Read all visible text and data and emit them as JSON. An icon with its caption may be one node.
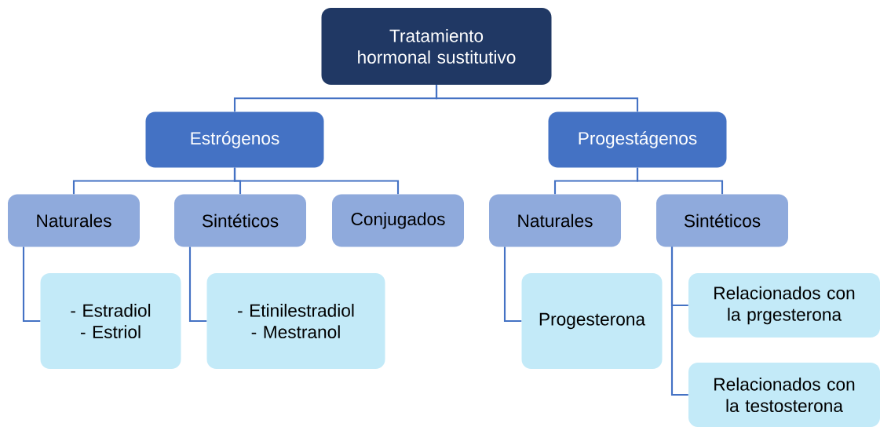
{
  "diagram": {
    "nodes": [
      {
        "text": [
          "Tratamiento hormonal sustitutivo"
        ]
      },
      {
        "text": [
          "Estrógenos"
        ]
      },
      {
        "text": [
          "Progestágenos"
        ]
      },
      {
        "text": [
          "Naturales"
        ]
      },
      {
        "text": [
          "Sintéticos"
        ]
      },
      {
        "text": [
          "Conjugados"
        ]
      },
      {
        "text": [
          "Naturales"
        ]
      },
      {
        "text": [
          "Sintéticos"
        ]
      },
      {
        "text": [
          "- Estradiol",
          "- Estriol"
        ]
      },
      {
        "text": [
          "- Etinilestradiol",
          "- Mestranol"
        ]
      },
      {
        "text": [
          "Progesterona"
        ]
      },
      {
        "text": [
          "Relacionados con la prgesterona"
        ]
      },
      {
        "text": [
          "Relacionados con la testosterona"
        ]
      }
    ],
    "edges": [
      {
        "from": 0,
        "to": 1,
        "arrow": "none"
      },
      {
        "from": 0,
        "to": 2,
        "arrow": "none"
      },
      {
        "from": 1,
        "to": 3,
        "arrow": "none"
      },
      {
        "from": 1,
        "to": 4,
        "arrow": "none"
      },
      {
        "from": 1,
        "to": 5,
        "arrow": "none"
      },
      {
        "from": 2,
        "to": 6,
        "arrow": "none"
      },
      {
        "from": 2,
        "to": 7,
        "arrow": "none"
      },
      {
        "from": 3,
        "to": 8,
        "arrow": "none"
      },
      {
        "from": 4,
        "to": 9,
        "arrow": "none"
      },
      {
        "from": 6,
        "to": 10,
        "arrow": "none"
      },
      {
        "from": 7,
        "to": 11,
        "arrow": "none"
      },
      {
        "from": 7,
        "to": 12,
        "arrow": "none"
      }
    ]
  }
}
